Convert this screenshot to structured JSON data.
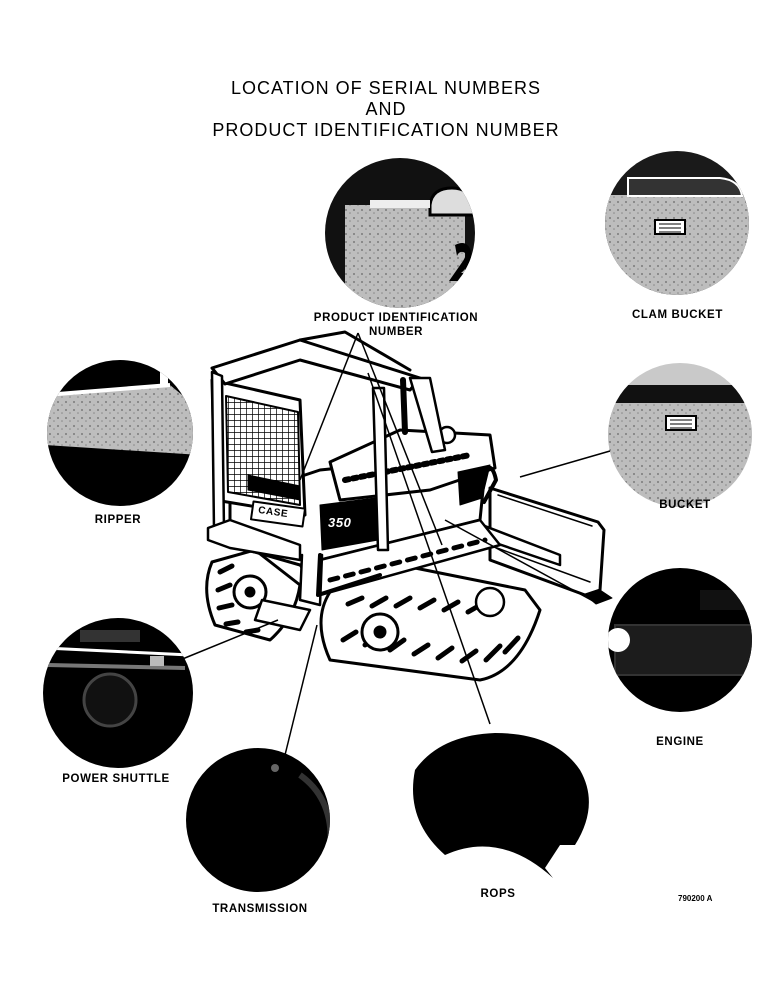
{
  "title": {
    "line1": "LOCATION OF SERIAL NUMBERS",
    "line2": "AND",
    "line3": "PRODUCT IDENTIFICATION NUMBER"
  },
  "callouts": {
    "pin_line1": "PRODUCT IDENTIFICATION",
    "pin_line2": "NUMBER",
    "clam_bucket": "CLAM BUCKET",
    "ripper": "RIPPER",
    "bucket": "BUCKET",
    "engine": "ENGINE",
    "power_shuttle": "POWER SHUTTLE",
    "transmission": "TRANSMISSION",
    "rops": "ROPS"
  },
  "machine": {
    "brand_decal": "CASE",
    "model_decal": "350"
  },
  "figure_code": "790200 A"
}
